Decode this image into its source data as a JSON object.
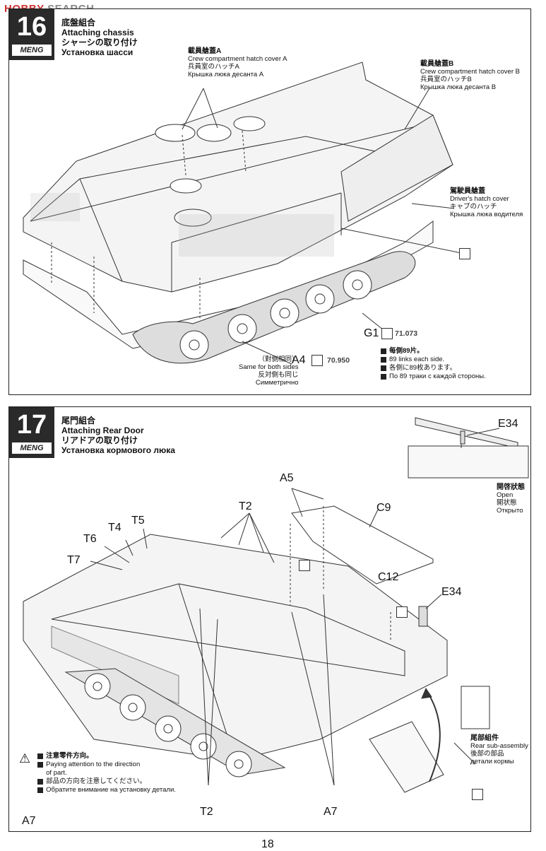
{
  "watermark": {
    "brand": "HOBBY",
    "rest": "SEARCH"
  },
  "step16": {
    "number": "16",
    "brand": "MENG",
    "title_zh": "底盤組合",
    "title_en": "Attaching chassis",
    "title_ja": "シャーシの取り付け",
    "title_ru": "Установка шасси",
    "hatch_a": {
      "zh": "載員艙蓋A",
      "en": "Crew compartment hatch cover A",
      "ja": "兵員室のハッチA",
      "ru": "Крышка люка десанта A"
    },
    "hatch_b": {
      "zh": "載員艙蓋B",
      "en": "Crew compartment hatch cover B",
      "ja": "兵員室のハッチB",
      "ru": "Крышка люка десанта B"
    },
    "driver": {
      "zh": "駕駛員艙蓋",
      "en": "Driver's hatch cover",
      "ja": "キャブのハッチ",
      "ru": "Крышка люка водителя"
    },
    "g1": {
      "part": "G1",
      "paint": "71.073"
    },
    "a4": {
      "part": "A4",
      "paint": "70.950"
    },
    "symmetric": {
      "zh": "（對側相同）",
      "en": "Same for both sides",
      "ja": "反対側も同じ",
      "ru": "Симметрично"
    },
    "tracks": {
      "zh": "每側89片。",
      "en": "89 links each side.",
      "ja": "各側に89枚あります。",
      "ru": "По 89 траки с каждой стороны."
    }
  },
  "step17": {
    "number": "17",
    "brand": "MENG",
    "title_zh": "尾門組合",
    "title_en": "Attaching Rear Door",
    "title_ja": "リアドアの取り付け",
    "title_ru": "Установка кормового люка",
    "parts": {
      "e34_top": "E34",
      "a5": "A5",
      "c9": "C9",
      "t2": "T2",
      "t4": "T4",
      "t5": "T5",
      "t6": "T6",
      "t7": "T7",
      "c12": "C12",
      "e34": "E34",
      "t2_bottom": "T2",
      "a7": "A7",
      "a7_left": "A7"
    },
    "open": {
      "zh": "開啓狀態",
      "en": "Open",
      "ja": "開状態",
      "ru": "Открыто"
    },
    "rear": {
      "zh": "尾部組件",
      "en": "Rear sub-assembly",
      "ja": "後部の部品",
      "ru": "детали кормы"
    },
    "attention": {
      "zh": "注意零件方向。",
      "en1": "Paying attention to the direction",
      "en2": "of part.",
      "ja": "部品の方向を注意してください。",
      "ru": "Обратите внимание на установку детали."
    }
  },
  "page_number": "18",
  "colors": {
    "ink": "#222222",
    "panel_bg": "#ffffff",
    "step_bg": "#2a2a2a"
  }
}
